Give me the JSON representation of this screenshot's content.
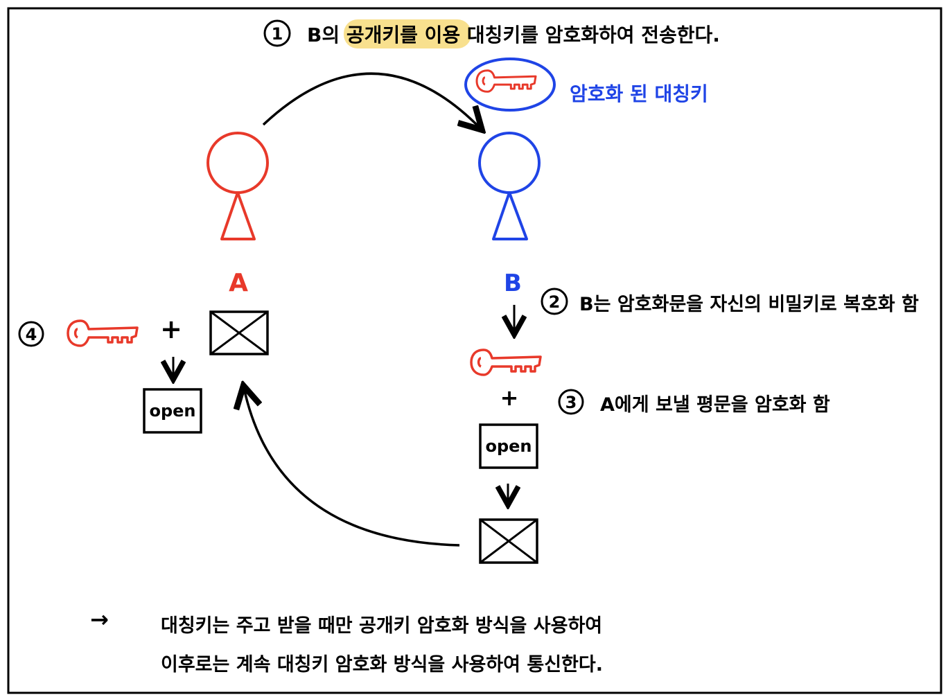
{
  "colors": {
    "a": "#e8392a",
    "b": "#1f44e6",
    "highlight": "#f8e08e",
    "ink": "#000000"
  },
  "step1": {
    "num": "1",
    "prefix": "B의 ",
    "highlight": "공개키를 이용",
    "suffix": " 대칭키를 암호화하여 전송한다."
  },
  "encrypted_key_label": "암호화 된 대칭키",
  "person_a": "A",
  "person_b": "B",
  "step2": {
    "num": "2",
    "text": "B는 암호화문을 자신의 비밀키로 복호화 함"
  },
  "step3": {
    "num": "3",
    "text": "A에게 보낼 평문을 암호화 함"
  },
  "step4": {
    "num": "4"
  },
  "plus": "+",
  "open_label": "open",
  "summary": {
    "arrow": "→",
    "line1": "대칭키는 주고 받을 때만 공개키 암호화 방식을 사용하여",
    "line2": "이후로는 계속 대칭키 암호화 방식을 사용하여 통신한다."
  }
}
